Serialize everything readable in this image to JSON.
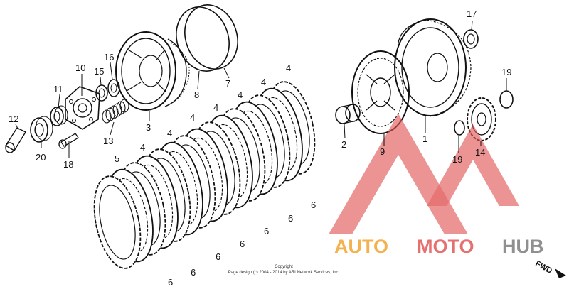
{
  "callouts": {
    "c1": "1",
    "c2": "2",
    "c3": "3",
    "c4a": "4",
    "c4b": "4",
    "c4c": "4",
    "c4d": "4",
    "c4e": "4",
    "c4f": "4",
    "c4g": "4",
    "c5": "5",
    "c6a": "6",
    "c6b": "6",
    "c6c": "6",
    "c6d": "6",
    "c6e": "6",
    "c6f": "6",
    "c6g": "6",
    "c7": "7",
    "c8": "8",
    "c9": "9",
    "c10": "10",
    "c11": "11",
    "c12": "12",
    "c13": "13",
    "c14": "14",
    "c15": "15",
    "c16": "16",
    "c17": "17",
    "c18": "18",
    "c19a": "19",
    "c19b": "19",
    "c20": "20"
  },
  "copyright": {
    "line1": "Copyright",
    "line2": "Page design (c) 2004 - 2014 by ARI Network Services, Inc."
  },
  "watermark": {
    "part1": "AUTO",
    "part2": "MOTO",
    "part3": "HUB",
    "color_primary": "#f2a531",
    "color_accent": "#e25656",
    "color_dark": "#7d7d7d"
  },
  "direction": {
    "label": "FWD"
  }
}
